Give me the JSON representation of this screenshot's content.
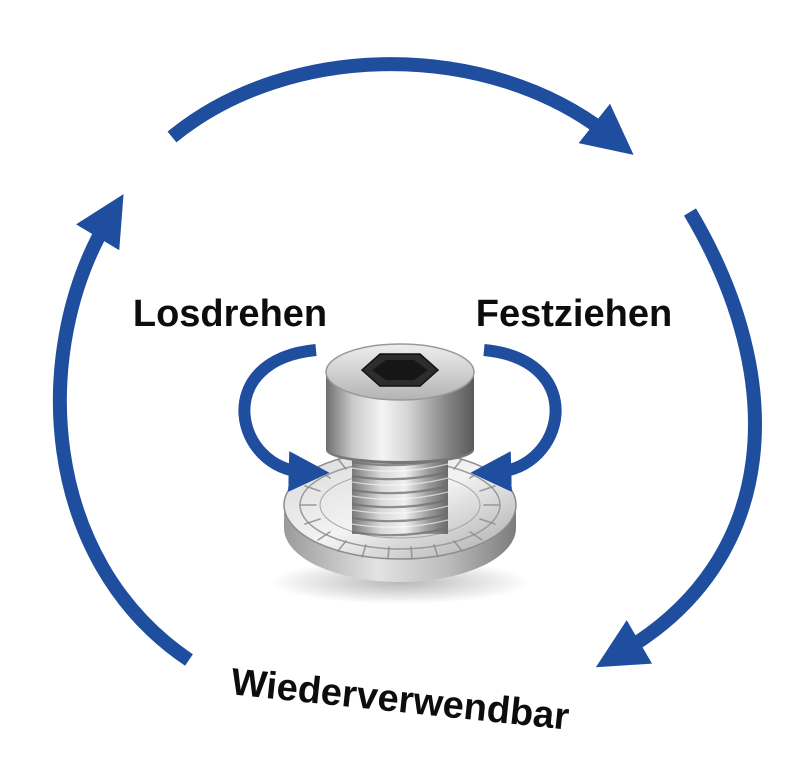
{
  "labels": {
    "loosen": "Losdrehen",
    "tighten": "Festziehen",
    "reusable": "Wiederverwendbar"
  },
  "colors": {
    "arrow": "#1f4e9e",
    "text": "#0d0d0d",
    "background": "#ffffff"
  },
  "icons": {
    "outer_cycle": "circular-arrows-icon",
    "rotation_left": "counterclockwise-arrow-icon",
    "rotation_right": "clockwise-arrow-icon",
    "part": "screw-with-locking-washer-icon"
  }
}
